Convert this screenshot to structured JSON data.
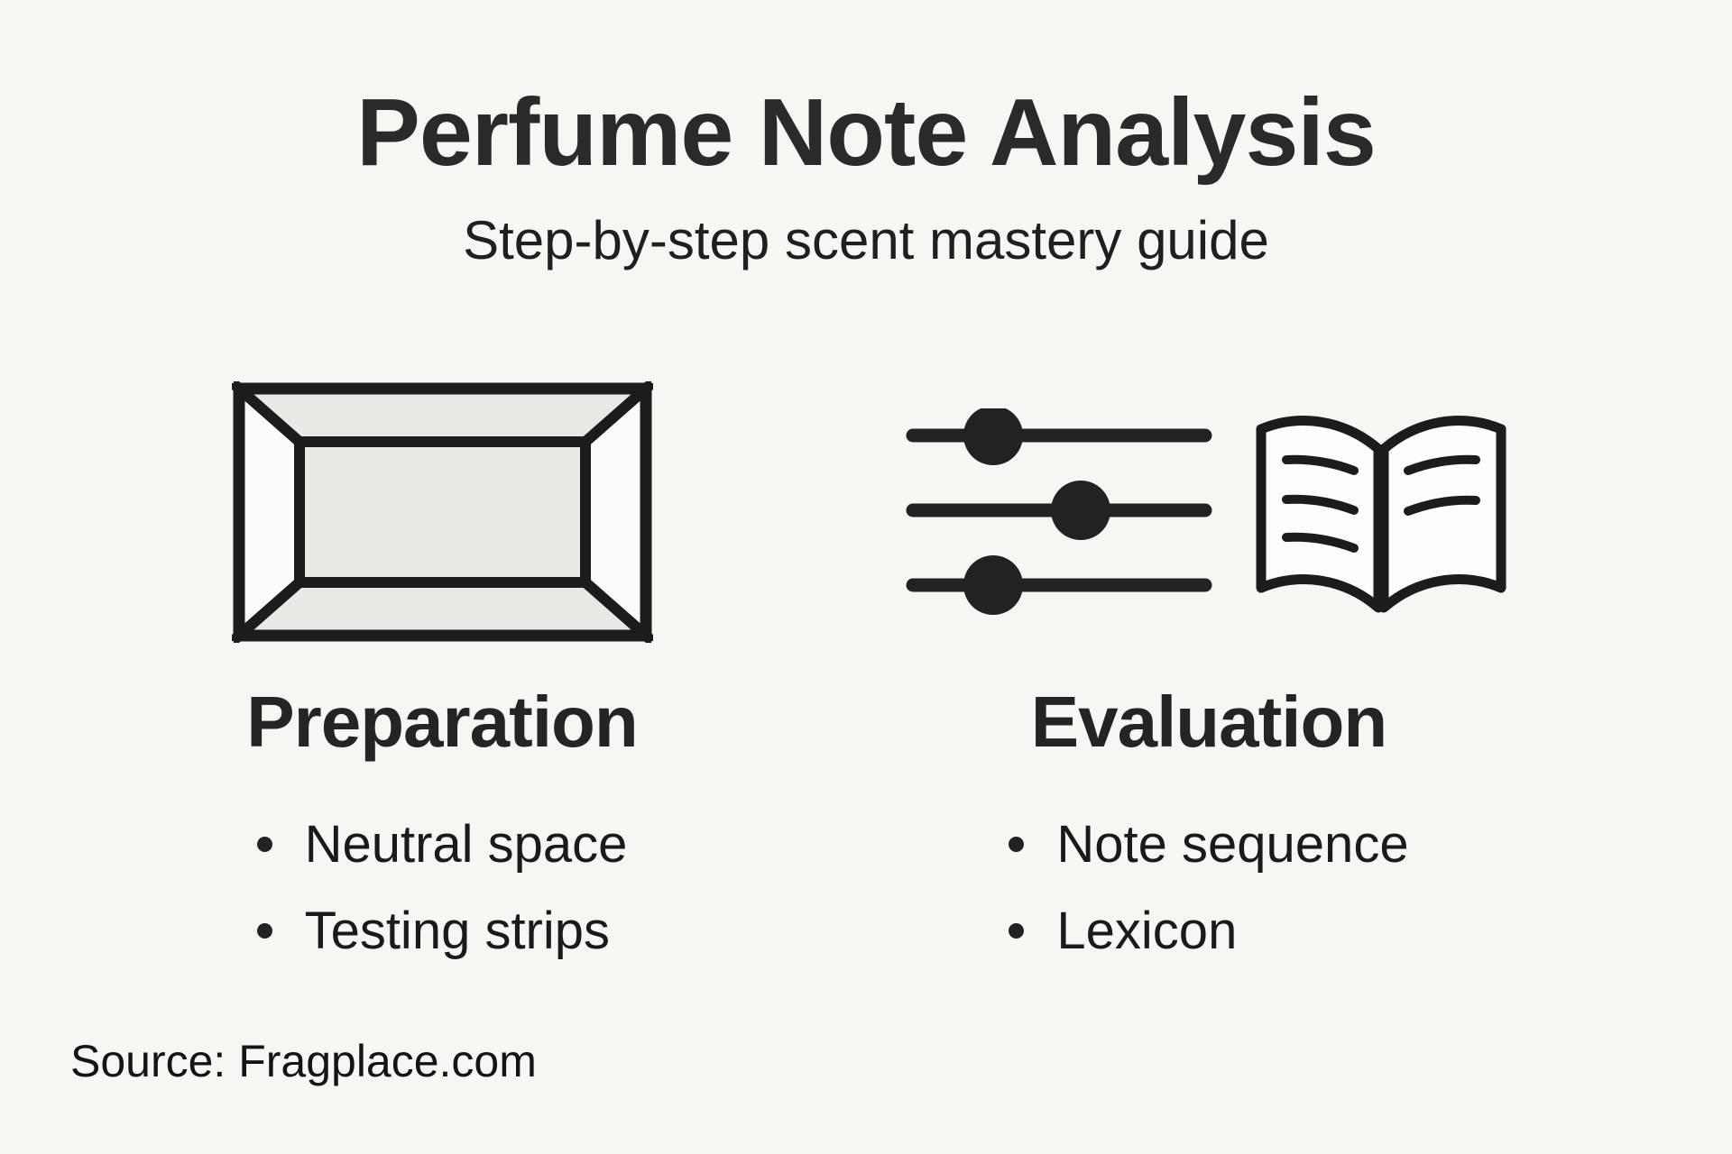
{
  "page": {
    "background_color": "#f8f6f2",
    "ink_color": "#232220",
    "tray_fill_color": "#eae9e5"
  },
  "header": {
    "title": "Perfume Note Analysis",
    "subtitle": "Step-by-step scent mastery guide"
  },
  "columns": [
    {
      "id": "preparation",
      "icon": "tray-icon",
      "heading": "Preparation",
      "bullets": [
        "Neutral space",
        "Testing strips"
      ]
    },
    {
      "id": "evaluation",
      "icons": [
        "sliders-icon",
        "open-book-icon"
      ],
      "heading": "Evaluation",
      "bullets": [
        "Note sequence",
        "Lexicon"
      ]
    }
  ],
  "footer": {
    "source": "Source: Fragplace.com"
  }
}
